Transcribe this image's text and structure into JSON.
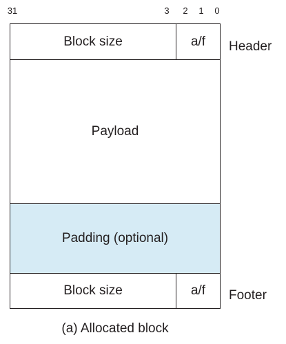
{
  "bit_labels": {
    "b31": "31",
    "b3": "3",
    "b2": "2",
    "b1": "1",
    "b0": "0"
  },
  "block": {
    "header": {
      "size_label": "Block size",
      "flag_label": "a/f",
      "side_label": "Header"
    },
    "payload": {
      "label": "Payload"
    },
    "padding": {
      "label": "Padding (optional)",
      "color": "#d6ebf5"
    },
    "footer": {
      "size_label": "Block size",
      "flag_label": "a/f",
      "side_label": "Footer"
    }
  },
  "caption": "(a) Allocated block"
}
